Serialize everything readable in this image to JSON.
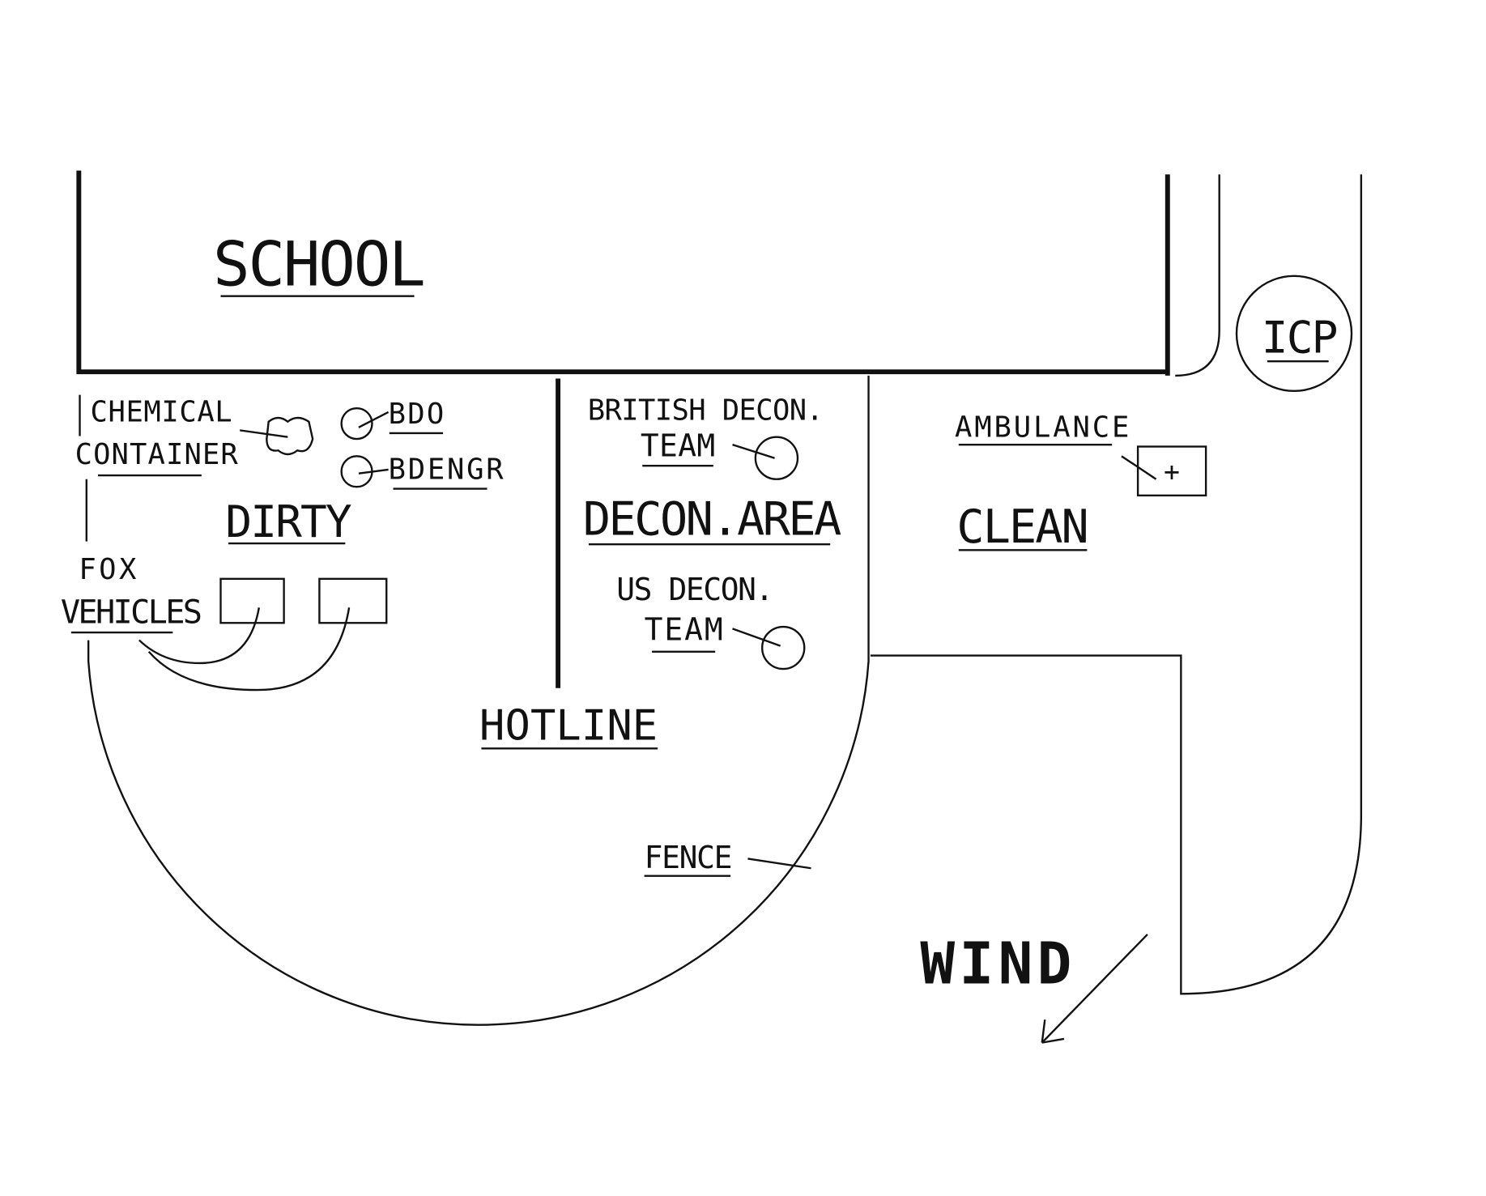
{
  "labels": {
    "school": "SCHOOL",
    "icp": "ICP",
    "chemical": "CHEMICAL",
    "container": "CONTAINER",
    "bdo": "BDO",
    "bdengr": "BDENGR",
    "dirty": "DIRTY",
    "fox": "FOX",
    "vehicles": "VEHICLES",
    "british_decon": "BRITISH DECON.",
    "team1": "TEAM",
    "decon_area": "DECON.AREA",
    "us_decon": "US DECON.",
    "team2": "TEAM",
    "ambulance": "AMBULANCE",
    "ambulance_symbol": "+",
    "clean": "CLEAN",
    "hotline": "HOTLINE",
    "fence": "FENCE",
    "wind": "WIND"
  }
}
